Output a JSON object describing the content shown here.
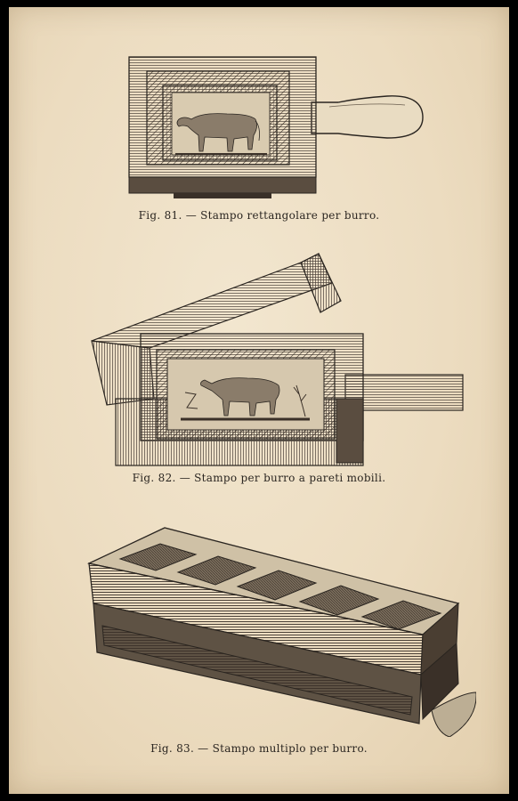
{
  "figures": [
    {
      "caption": "Fig. 81. — Stampo rettangolare per burro."
    },
    {
      "caption": "Fig. 82. — Stampo per burro a pareti mobili."
    },
    {
      "caption": "Fig. 83. — Stampo multiplo per burro."
    }
  ],
  "colors": {
    "ink": "#2a2520",
    "paper": "#ecdcc0"
  }
}
